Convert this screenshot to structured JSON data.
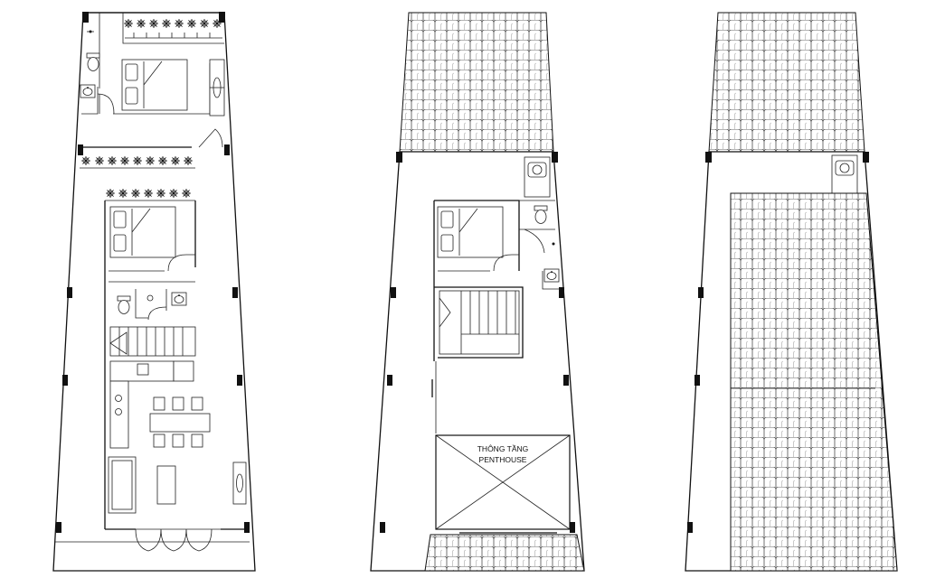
{
  "drawing": {
    "panels": [
      {
        "name": "floor-plan"
      },
      {
        "name": "penthouse-plan"
      },
      {
        "name": "roof-plan"
      }
    ],
    "void_label_line1": "THÔNG TẦNG",
    "void_label_line2": "PENTHOUSE"
  }
}
